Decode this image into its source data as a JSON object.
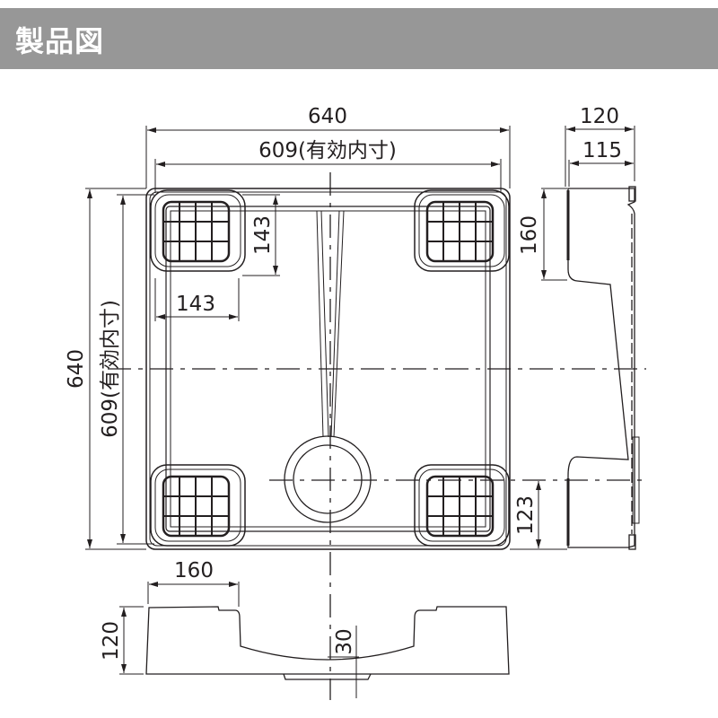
{
  "header": {
    "title": "製品図",
    "background": "#979797",
    "text_color": "#ffffff"
  },
  "drawing": {
    "line_color": "#231f20",
    "top_view": {
      "overall_width": "640",
      "inner_width": "609(有効内寸)",
      "overall_depth": "640",
      "inner_depth": "609(有効内寸)",
      "foot_pad_height": "143",
      "foot_pad_width": "143",
      "pad_grid": "4x3"
    },
    "side_view": {
      "overall_height": "120",
      "inner_height": "115",
      "pad_length": "160",
      "pad_offset": "123"
    },
    "front_view": {
      "pad_length": "160",
      "height": "120",
      "recess_depth": "30"
    }
  }
}
